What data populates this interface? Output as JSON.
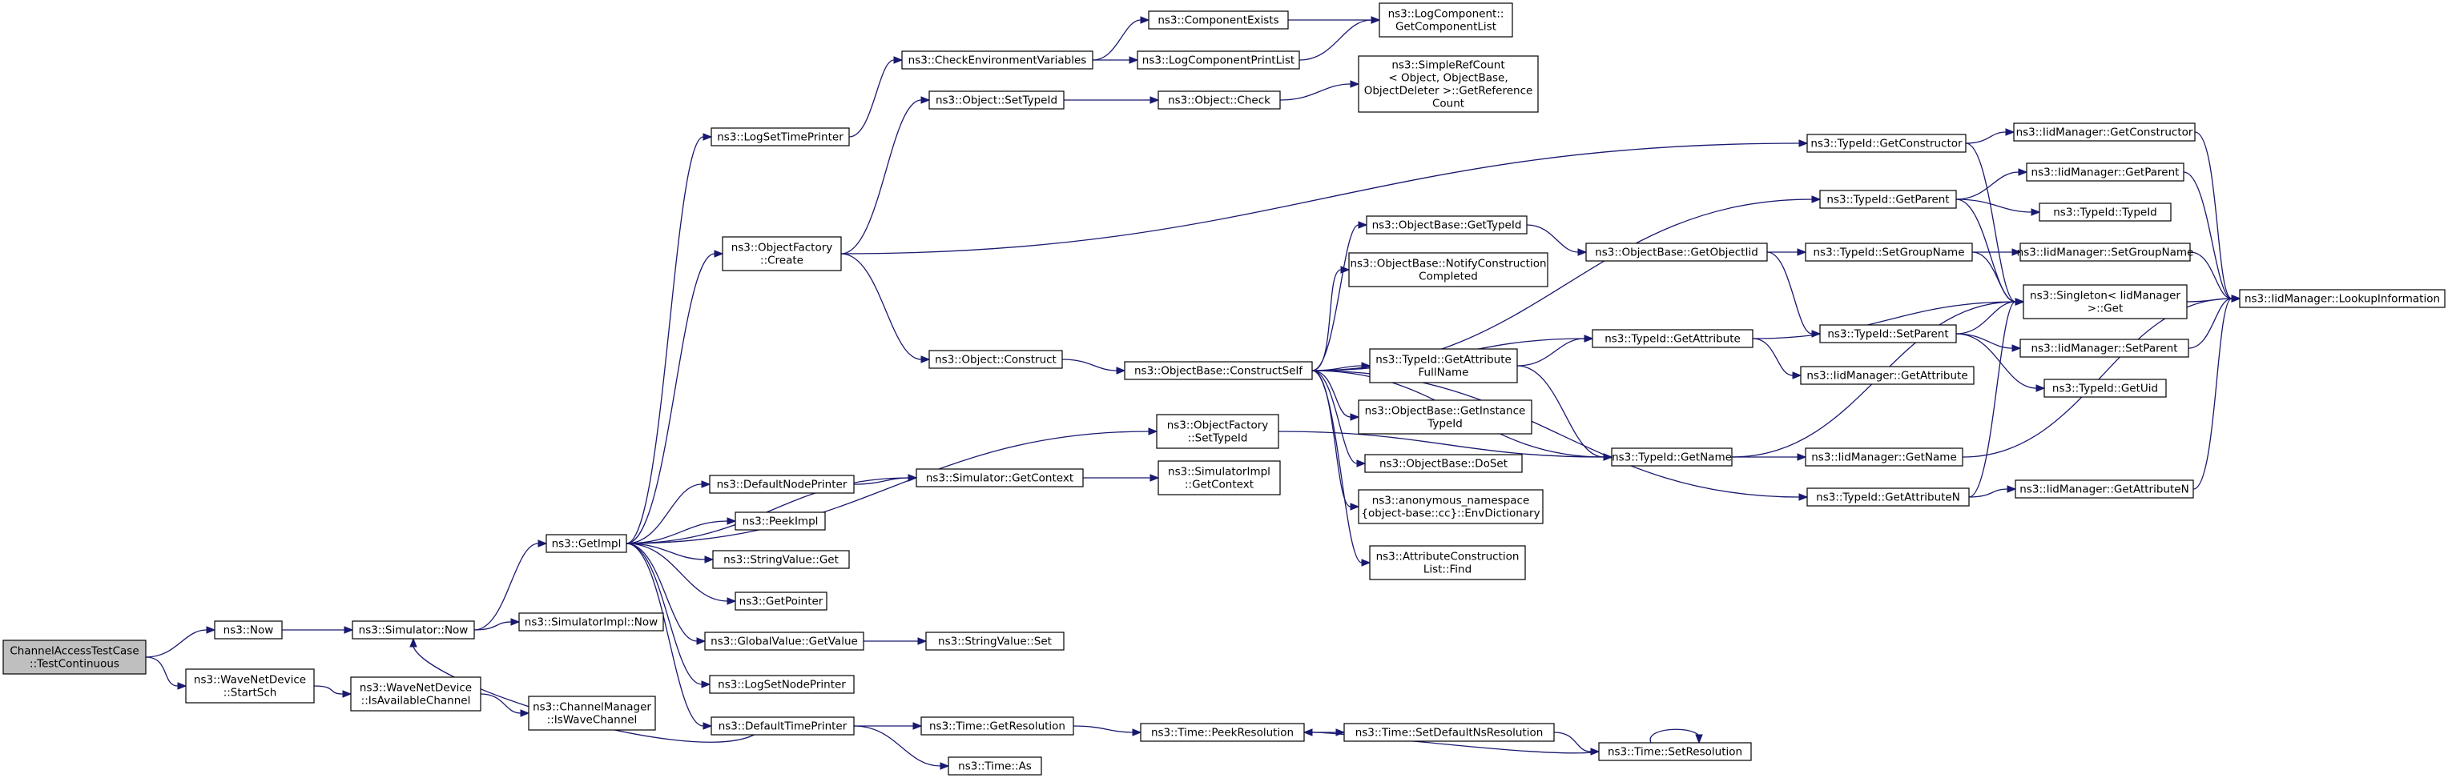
{
  "graph": {
    "title": "",
    "edge_color": "#191970",
    "root_fill": "#bfbfbf",
    "nodes": [
      {
        "id": "root",
        "lines": [
          "ChannelAccessTestCase",
          "::TestContinuous"
        ],
        "root": true
      },
      {
        "id": "now",
        "lines": [
          "ns3::Now"
        ]
      },
      {
        "id": "startsch",
        "lines": [
          "ns3::WaveNetDevice",
          "::StartSch"
        ]
      },
      {
        "id": "simnow",
        "lines": [
          "ns3::Simulator::Now"
        ]
      },
      {
        "id": "isavail",
        "lines": [
          "ns3::WaveNetDevice",
          "::IsAvailableChannel"
        ]
      },
      {
        "id": "getimpl",
        "lines": [
          "ns3::GetImpl"
        ]
      },
      {
        "id": "simimplnow",
        "lines": [
          "ns3::SimulatorImpl::Now"
        ]
      },
      {
        "id": "iswave",
        "lines": [
          "ns3::ChannelManager",
          "::IsWaveChannel"
        ]
      },
      {
        "id": "logsettime",
        "lines": [
          "ns3::LogSetTimePrinter"
        ]
      },
      {
        "id": "ofcreate",
        "lines": [
          "ns3::ObjectFactory",
          "::Create"
        ]
      },
      {
        "id": "defnode",
        "lines": [
          "ns3::DefaultNodePrinter"
        ]
      },
      {
        "id": "peekimpl",
        "lines": [
          "ns3::PeekImpl"
        ]
      },
      {
        "id": "strget",
        "lines": [
          "ns3::StringValue::Get"
        ]
      },
      {
        "id": "getpointer",
        "lines": [
          "ns3::GetPointer"
        ]
      },
      {
        "id": "gvgetvalue",
        "lines": [
          "ns3::GlobalValue::GetValue"
        ]
      },
      {
        "id": "logsetnode",
        "lines": [
          "ns3::LogSetNodePrinter"
        ]
      },
      {
        "id": "deftime",
        "lines": [
          "ns3::DefaultTimePrinter"
        ]
      },
      {
        "id": "checkenv",
        "lines": [
          "ns3::CheckEnvironmentVariables"
        ]
      },
      {
        "id": "objsettypeid",
        "lines": [
          "ns3::Object::SetTypeId"
        ]
      },
      {
        "id": "objconstruct",
        "lines": [
          "ns3::Object::Construct"
        ]
      },
      {
        "id": "simgetctx",
        "lines": [
          "ns3::Simulator::GetContext"
        ]
      },
      {
        "id": "strset",
        "lines": [
          "ns3::StringValue::Set"
        ]
      },
      {
        "id": "timegetres",
        "lines": [
          "ns3::Time::GetResolution"
        ]
      },
      {
        "id": "timeas",
        "lines": [
          "ns3::Time::As"
        ]
      },
      {
        "id": "compexists",
        "lines": [
          "ns3::ComponentExists"
        ]
      },
      {
        "id": "logcompprint",
        "lines": [
          "ns3::LogComponentPrintList"
        ]
      },
      {
        "id": "objcheck",
        "lines": [
          "ns3::Object::Check"
        ]
      },
      {
        "id": "obconstructself",
        "lines": [
          "ns3::ObjectBase::ConstructSelf"
        ]
      },
      {
        "id": "ofsettypeid",
        "lines": [
          "ns3::ObjectFactory",
          "::SetTypeId"
        ]
      },
      {
        "id": "simimplctx",
        "lines": [
          "ns3::SimulatorImpl",
          "::GetContext"
        ]
      },
      {
        "id": "peekres",
        "lines": [
          "ns3::Time::PeekResolution"
        ]
      },
      {
        "id": "logcompget",
        "lines": [
          "ns3::LogComponent::",
          "GetComponentList"
        ]
      },
      {
        "id": "srcgetref",
        "lines": [
          "ns3::SimpleRefCount",
          "< Object, ObjectBase,",
          "ObjectDeleter >::GetReference",
          "Count"
        ]
      },
      {
        "id": "obgettypeid",
        "lines": [
          "ns3::ObjectBase::GetTypeId"
        ]
      },
      {
        "id": "obnotify",
        "lines": [
          "ns3::ObjectBase::NotifyConstruction",
          "Completed"
        ]
      },
      {
        "id": "tidgetattrfull",
        "lines": [
          "ns3::TypeId::GetAttribute",
          "FullName"
        ]
      },
      {
        "id": "obgetinst",
        "lines": [
          "ns3::ObjectBase::GetInstance",
          "TypeId"
        ]
      },
      {
        "id": "obdoset",
        "lines": [
          "ns3::ObjectBase::DoSet"
        ]
      },
      {
        "id": "anonenv",
        "lines": [
          "ns3::anonymous_namespace",
          "{object-base::cc}::EnvDictionary"
        ]
      },
      {
        "id": "acfind",
        "lines": [
          "ns3::AttributeConstruction",
          "List::Find"
        ]
      },
      {
        "id": "setdefns",
        "lines": [
          "ns3::Time::SetDefaultNsResolution"
        ]
      },
      {
        "id": "obgetobjectiid",
        "lines": [
          "ns3::ObjectBase::GetObjectIid"
        ]
      },
      {
        "id": "tidgetattr",
        "lines": [
          "ns3::TypeId::GetAttribute"
        ]
      },
      {
        "id": "tidgetname",
        "lines": [
          "ns3::TypeId::GetName"
        ]
      },
      {
        "id": "timesetres",
        "lines": [
          "ns3::Time::SetResolution"
        ]
      },
      {
        "id": "tidgetctor",
        "lines": [
          "ns3::TypeId::GetConstructor"
        ]
      },
      {
        "id": "tidgetparent",
        "lines": [
          "ns3::TypeId::GetParent"
        ]
      },
      {
        "id": "tidsetgroup",
        "lines": [
          "ns3::TypeId::SetGroupName"
        ]
      },
      {
        "id": "tidsetparent",
        "lines": [
          "ns3::TypeId::SetParent"
        ]
      },
      {
        "id": "iidgetattr",
        "lines": [
          "ns3::IidManager::GetAttribute"
        ]
      },
      {
        "id": "tidgetattrn",
        "lines": [
          "ns3::TypeId::GetAttributeN"
        ]
      },
      {
        "id": "iidgetname",
        "lines": [
          "ns3::IidManager::GetName"
        ]
      },
      {
        "id": "iidgetctor",
        "lines": [
          "ns3::IidManager::GetConstructor"
        ]
      },
      {
        "id": "iidgetparent",
        "lines": [
          "ns3::IidManager::GetParent"
        ]
      },
      {
        "id": "tidtypeid",
        "lines": [
          "ns3::TypeId::TypeId"
        ]
      },
      {
        "id": "iidsetgroup",
        "lines": [
          "ns3::IidManager::SetGroupName"
        ]
      },
      {
        "id": "singleton",
        "lines": [
          "ns3::Singleton< IidManager",
          ">::Get"
        ]
      },
      {
        "id": "iidsetparent",
        "lines": [
          "ns3::IidManager::SetParent"
        ]
      },
      {
        "id": "tidgetuid",
        "lines": [
          "ns3::TypeId::GetUid"
        ]
      },
      {
        "id": "iidgetattrn",
        "lines": [
          "ns3::IidManager::GetAttributeN"
        ]
      },
      {
        "id": "iidlookup",
        "lines": [
          "ns3::IidManager::LookupInformation"
        ]
      }
    ]
  }
}
